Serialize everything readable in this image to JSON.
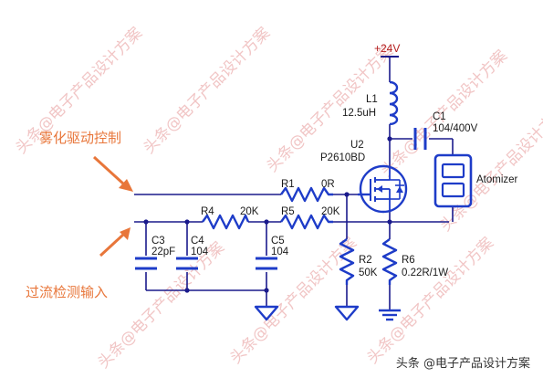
{
  "annotations": {
    "atomize_control": "雾化驱动控制",
    "overcurrent_input": "过流检测输入"
  },
  "power": {
    "label": "+24V"
  },
  "components": {
    "L1": {
      "ref": "L1",
      "value": "12.5uH"
    },
    "C1": {
      "ref": "C1",
      "value": "104/400V"
    },
    "U2": {
      "ref": "U2",
      "part": "P2610BD"
    },
    "R1": {
      "ref": "R1",
      "value": "0R"
    },
    "R4": {
      "ref": "R4",
      "value": "20K"
    },
    "R5": {
      "ref": "R5",
      "value": "20K"
    },
    "C3": {
      "ref": "C3",
      "value": "22pF"
    },
    "C4": {
      "ref": "C4",
      "value": "104"
    },
    "C5": {
      "ref": "C5",
      "value": "104"
    },
    "R2": {
      "ref": "R2",
      "value": "50K"
    },
    "R6": {
      "ref": "R6",
      "value": "0.22R/1W"
    },
    "atomizer": {
      "label": "Atomizer"
    }
  },
  "watermark": {
    "text": "头条@电子产品设计方案"
  },
  "footer": {
    "credit": "头条 @电子产品设计方案"
  },
  "colors": {
    "wire": "#1a1a8c",
    "component": "#1e3cc8",
    "accent": "#e8763a",
    "text": "#1a1a1a"
  }
}
